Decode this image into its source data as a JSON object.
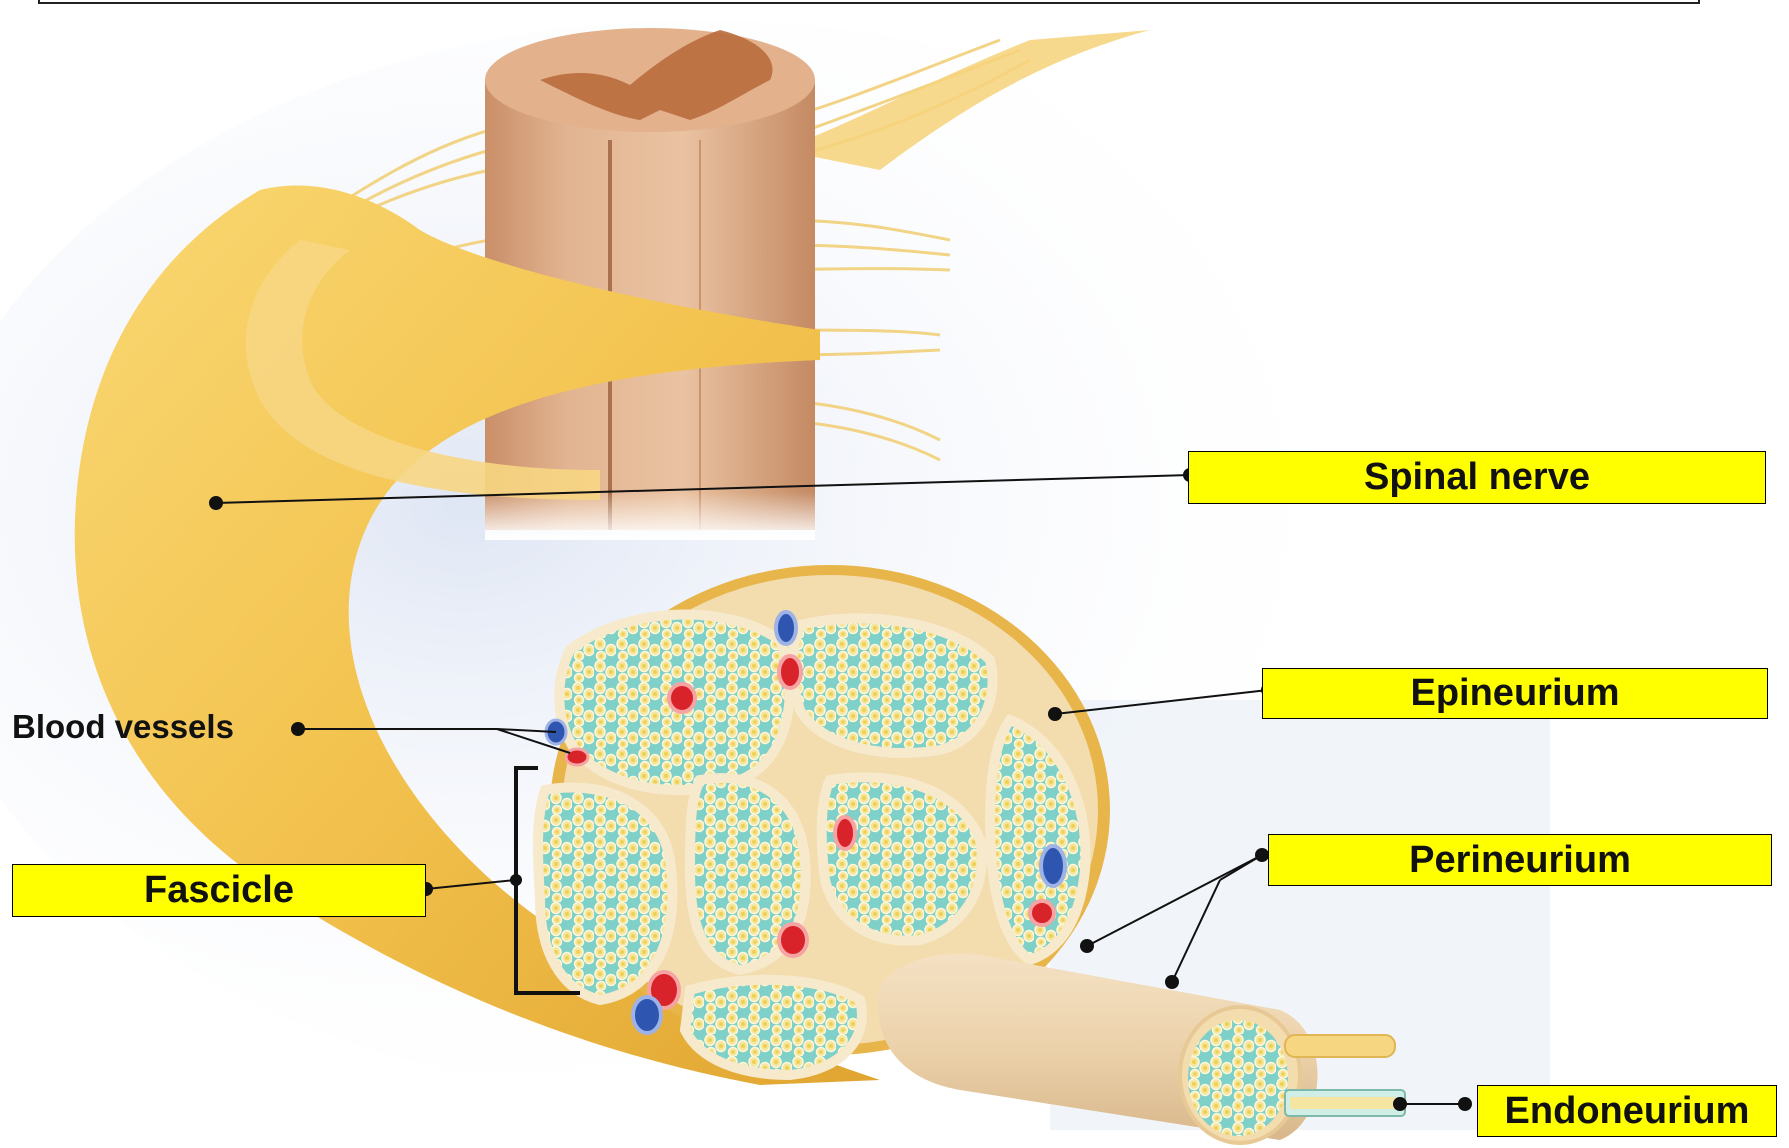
{
  "diagram": {
    "labels": {
      "spinal_nerve": "Spinal nerve",
      "epineurium": "Epineurium",
      "perineurium": "Perineurium",
      "endoneurium": "Endoneurium",
      "fascicle": "Fascicle",
      "blood_vessels": "Blood vessels"
    },
    "colors": {
      "label_fill": "#ffff00",
      "nerve": "#f3c24e",
      "spinal_cord": "#d9a37a",
      "gray_matter": "#b86d3c",
      "fascicle_fill": "#7fd0c8",
      "artery": "#d8232a",
      "vein": "#2e55b0"
    }
  }
}
